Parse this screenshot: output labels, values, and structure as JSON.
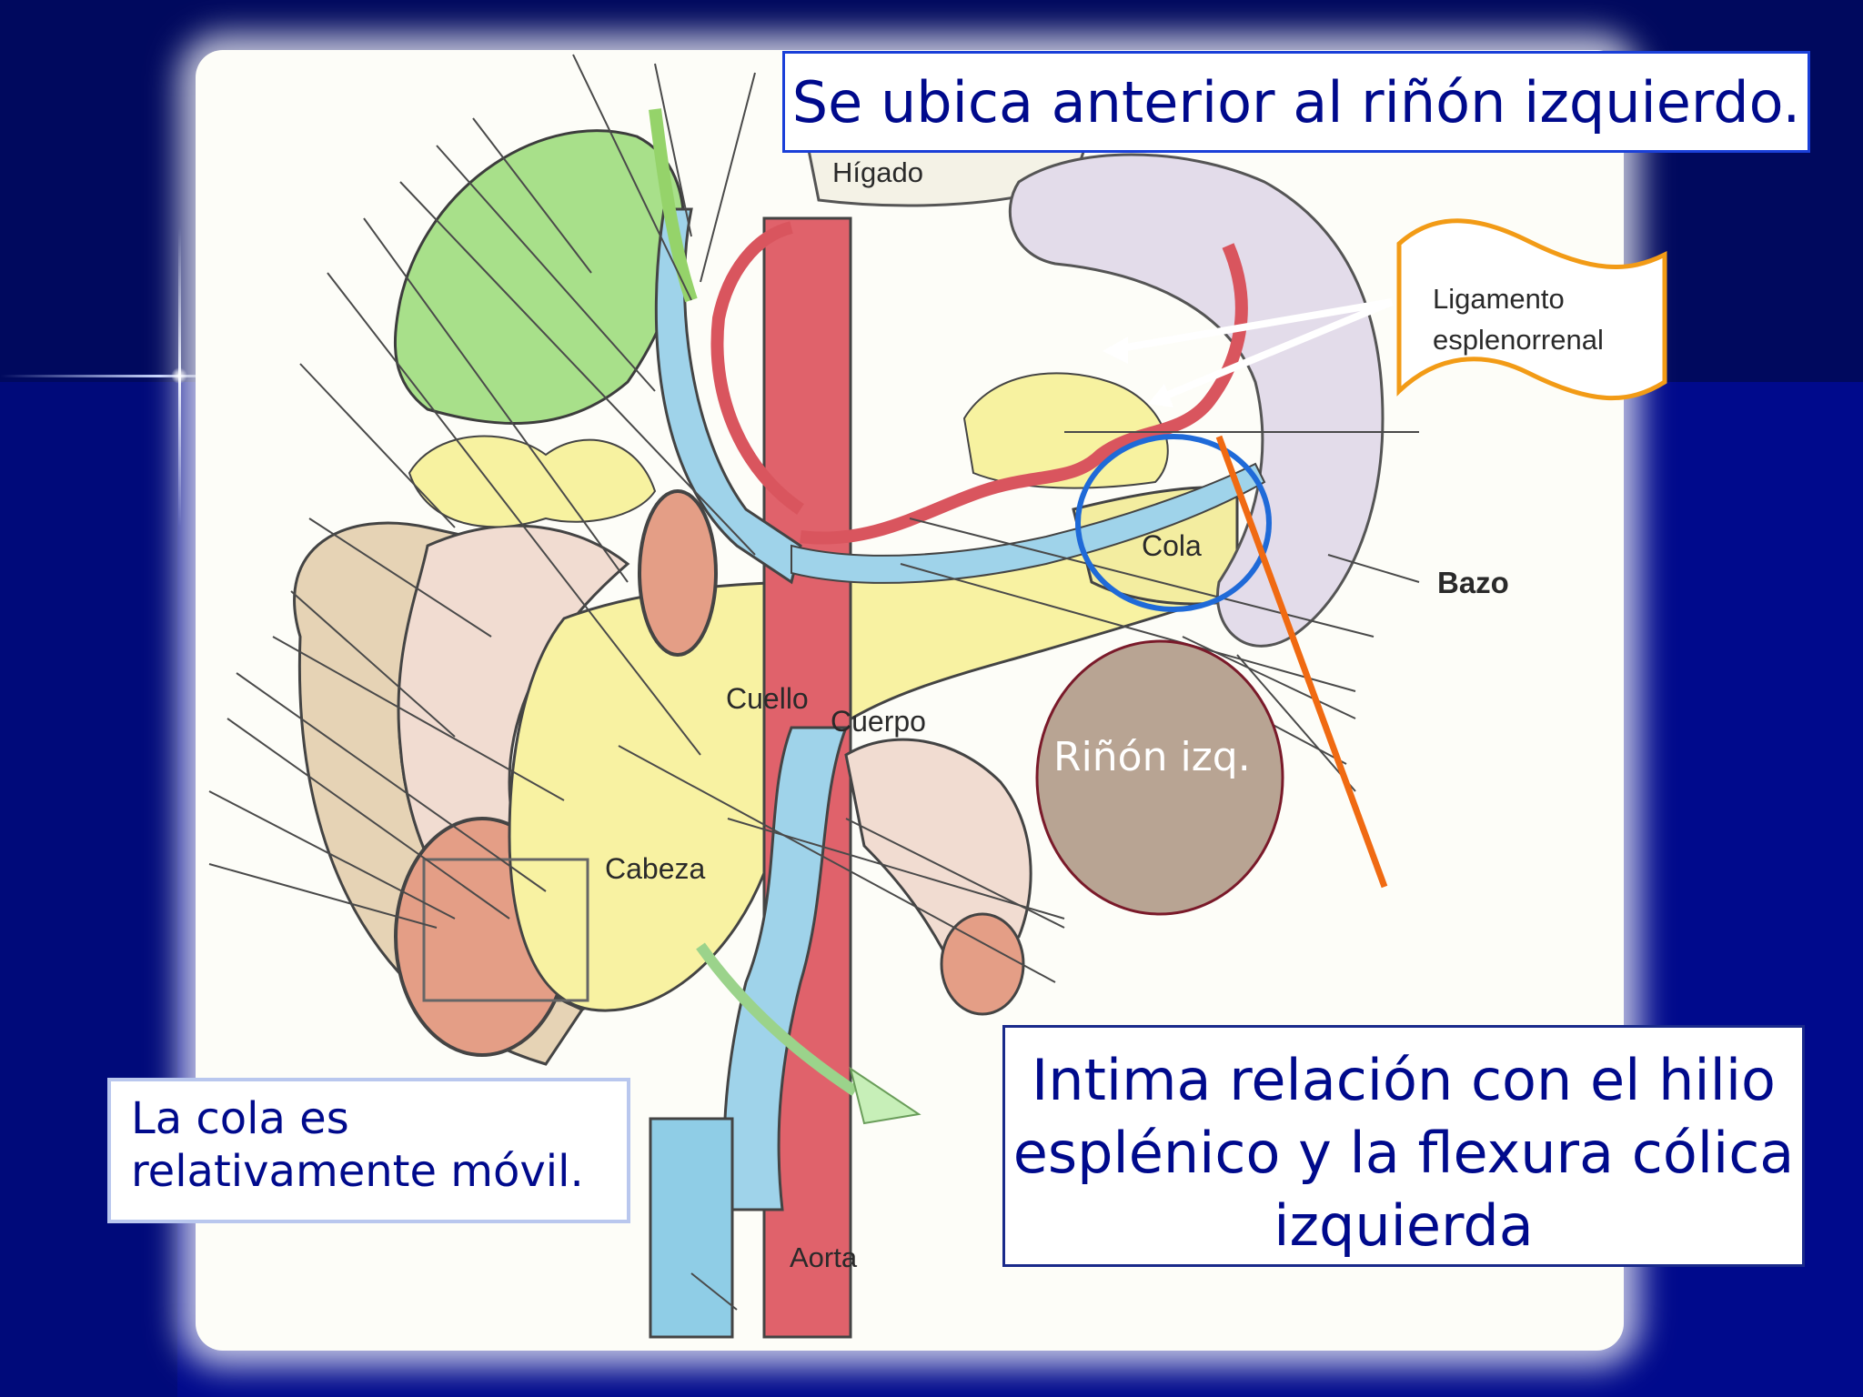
{
  "slide": {
    "colors": {
      "background": "#000a8c",
      "callout_text": "#000a8c",
      "callout_fill": "#ffffff",
      "pointer": "#f06a12"
    },
    "callouts": {
      "top": "Se ubica anterior al riñón izquierdo.",
      "left": [
        "La cola es",
        "relativamente móvil."
      ],
      "right": [
        "Intima relación con el hilio",
        "esplénico y la flexura cólica",
        "izquierda"
      ]
    },
    "figure": {
      "labels": {
        "liver": "Hígado",
        "ligament": [
          "Ligamento",
          "esplenorrenal"
        ],
        "spleen": "Bazo",
        "tail": "Cola",
        "neck": "Cuello",
        "body": "Cuerpo",
        "head": "Cabeza",
        "aorta": "Aorta",
        "kidney": "Riñón izq."
      }
    }
  }
}
